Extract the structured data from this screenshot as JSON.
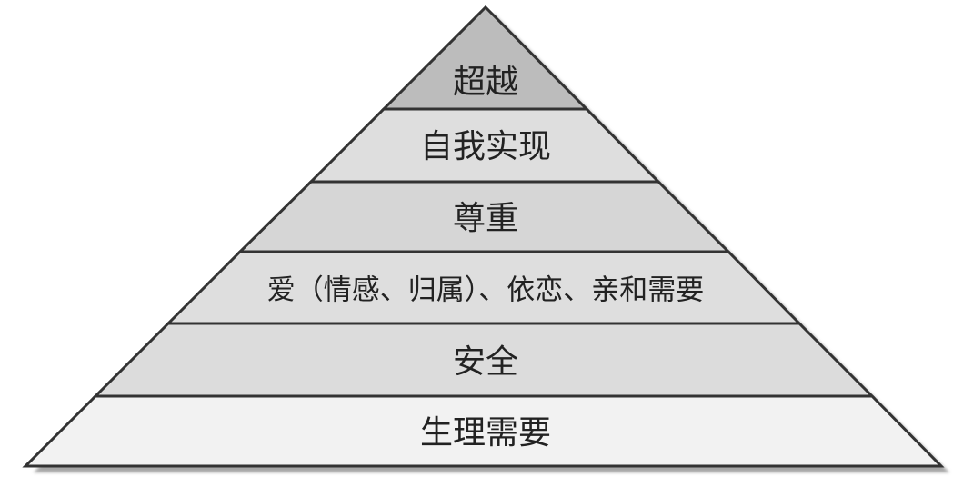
{
  "diagram": {
    "name": "needs-hierarchy-pyramid",
    "levels": [
      {
        "label": "超越",
        "fill": "#bcbcbc"
      },
      {
        "label": "自我实现",
        "fill": "#dedede"
      },
      {
        "label": "尊重",
        "fill": "#d6d6d6"
      },
      {
        "label": "爱（情感、归属）、依恋、亲和需要",
        "fill": "#dedede"
      },
      {
        "label": "安全",
        "fill": "#dcdcdc"
      },
      {
        "label": "生理需要",
        "fill": "#f2f2f2"
      }
    ],
    "colors": {
      "outline": "#333333",
      "shadow": "#a6a6a6",
      "text": "#222222",
      "background": "#ffffff"
    }
  }
}
